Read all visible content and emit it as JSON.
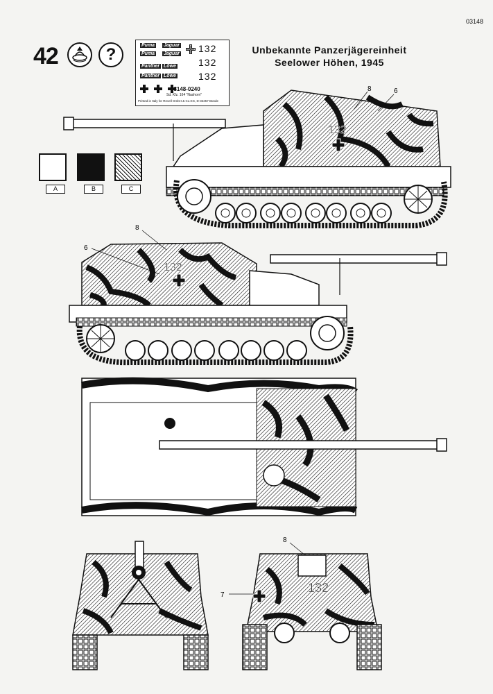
{
  "doc_number": "03148",
  "step_number": "42",
  "title": {
    "line1": "Unbekannte Panzerjägereinheit",
    "line2": "Seelower Höhen, 1945"
  },
  "decal_sheet": {
    "names": [
      "Puma",
      "Jaguar",
      "Puma",
      "Jaguar",
      "Panther",
      "Löwe",
      "Panther",
      "Löwe"
    ],
    "numbers": [
      "132",
      "132",
      "132"
    ],
    "code": "03148-0240",
    "vehicle": "Sd. Kfz. 164 \"Nashorn\"",
    "printed": "Printed in Italy for Revell GmbH & Co.KG, D-32257 Bünde"
  },
  "swatches": [
    {
      "label": "A",
      "color": "#ffffff"
    },
    {
      "label": "B",
      "color": "#111111"
    },
    {
      "label": "C",
      "color": "hatched"
    }
  ],
  "callouts": {
    "side_right_8": "8",
    "side_right_6": "6",
    "side_left_8": "8",
    "side_left_6": "6",
    "rear_8": "8",
    "rear_7": "7"
  },
  "vehicle_marking": "132",
  "icons": [
    "decal-transfer-icon",
    "question-icon",
    "balkenkreuz-icon"
  ]
}
